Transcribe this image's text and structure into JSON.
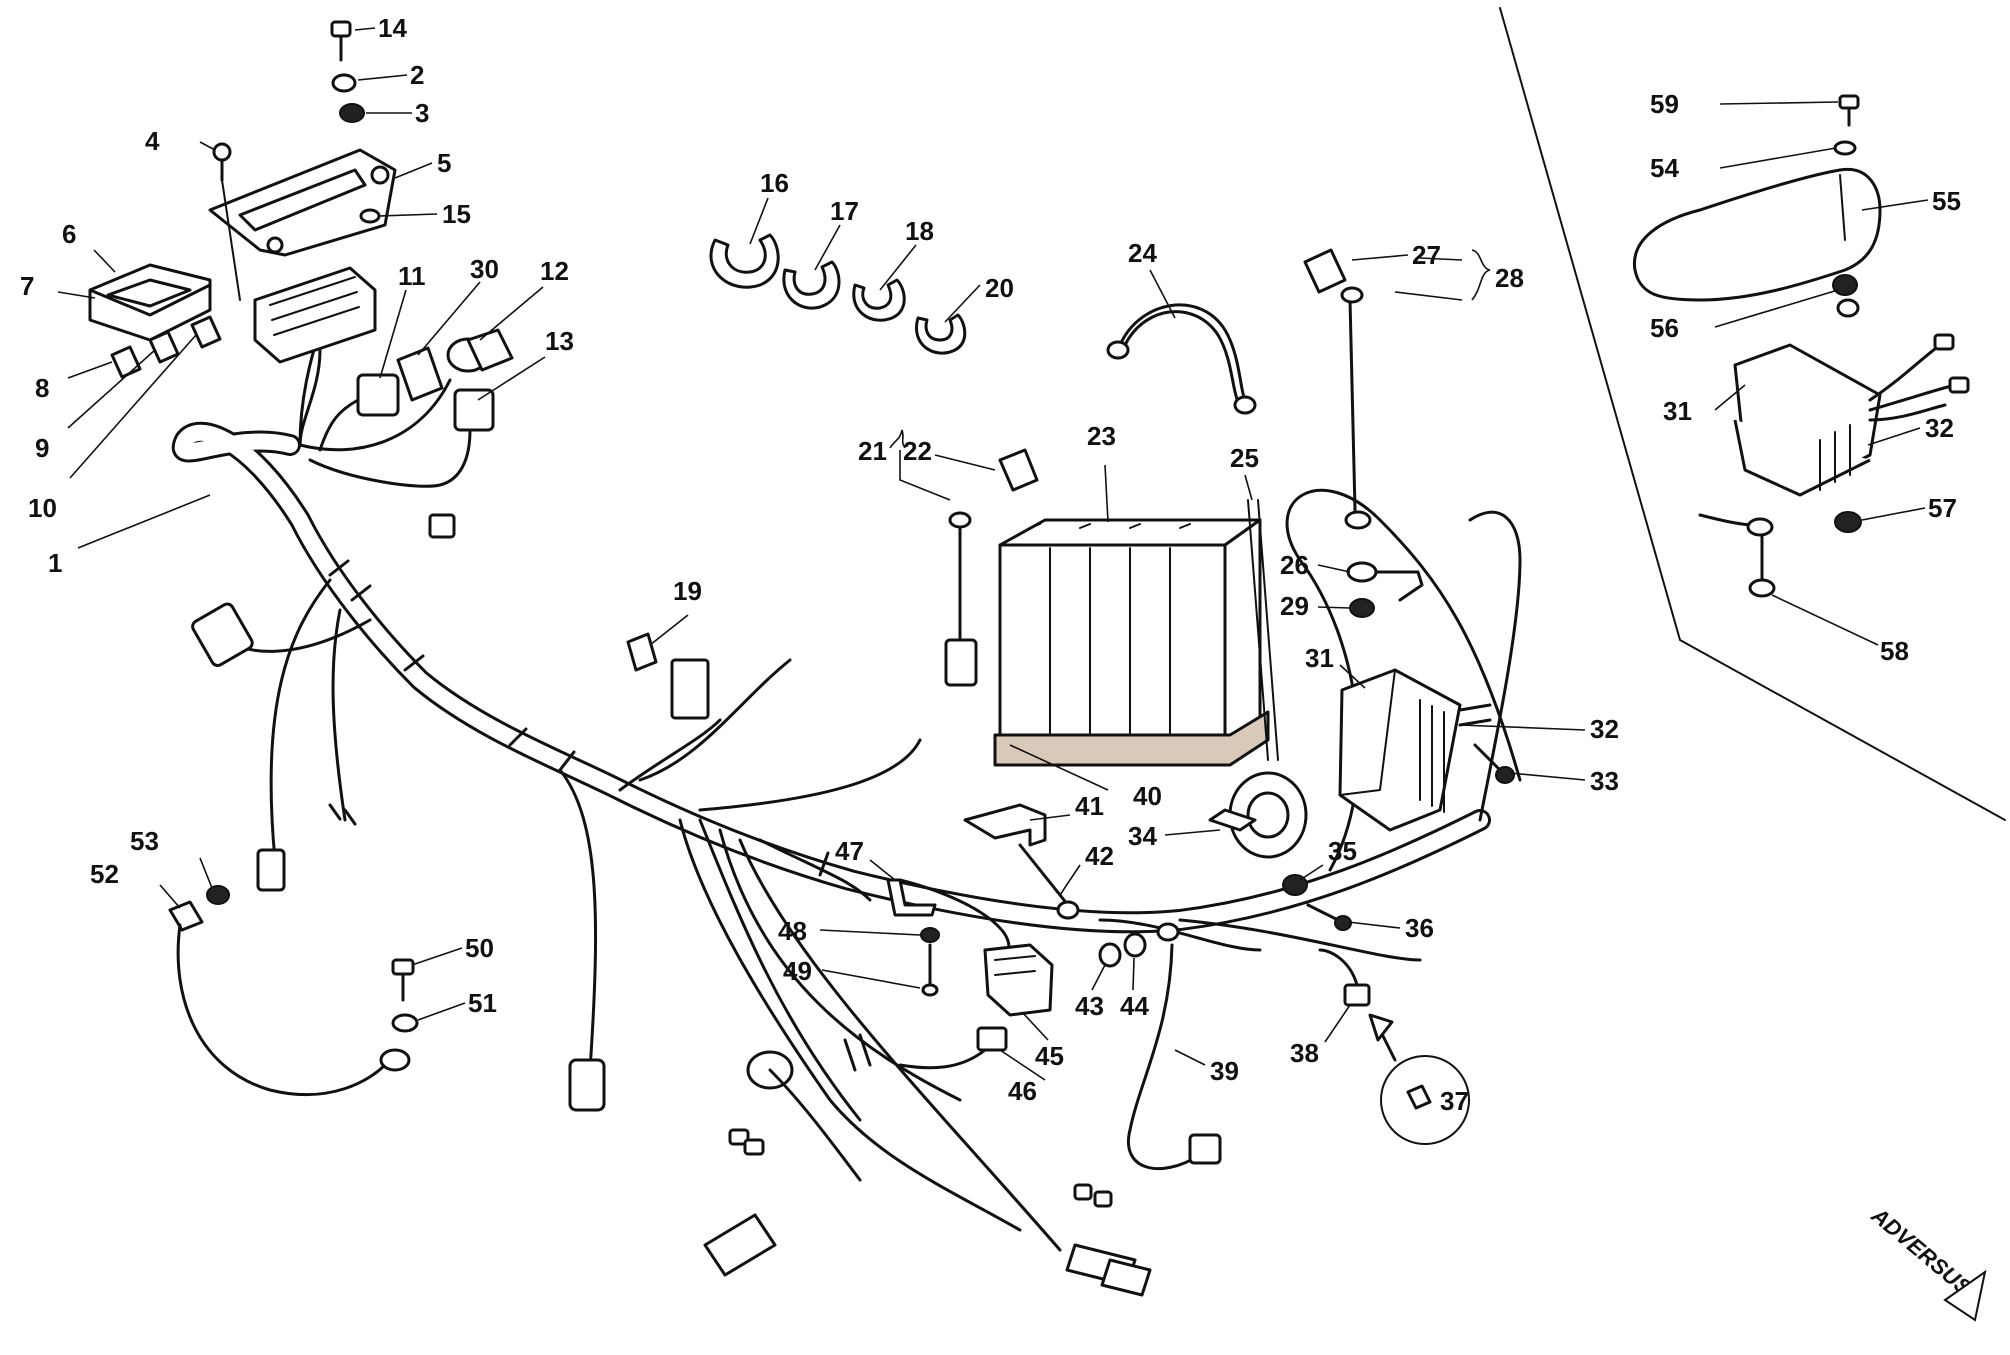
{
  "brand": "ADVERSUS",
  "callouts": [
    {
      "id": "c14",
      "text": "14"
    },
    {
      "id": "c2",
      "text": "2"
    },
    {
      "id": "c3",
      "text": "3"
    },
    {
      "id": "c4",
      "text": "4"
    },
    {
      "id": "c5",
      "text": "5"
    },
    {
      "id": "c15",
      "text": "15"
    },
    {
      "id": "c6",
      "text": "6"
    },
    {
      "id": "c7",
      "text": "7"
    },
    {
      "id": "c11",
      "text": "11"
    },
    {
      "id": "c30",
      "text": "30"
    },
    {
      "id": "c12",
      "text": "12"
    },
    {
      "id": "c13",
      "text": "13"
    },
    {
      "id": "c8",
      "text": "8"
    },
    {
      "id": "c9",
      "text": "9"
    },
    {
      "id": "c10",
      "text": "10"
    },
    {
      "id": "c1",
      "text": "1"
    },
    {
      "id": "c16",
      "text": "16"
    },
    {
      "id": "c17",
      "text": "17"
    },
    {
      "id": "c18",
      "text": "18"
    },
    {
      "id": "c20",
      "text": "20"
    },
    {
      "id": "c24",
      "text": "24"
    },
    {
      "id": "c27",
      "text": "27"
    },
    {
      "id": "c28",
      "text": "28"
    },
    {
      "id": "c21",
      "text": "21"
    },
    {
      "id": "c22",
      "text": "22"
    },
    {
      "id": "c23",
      "text": "23"
    },
    {
      "id": "c25",
      "text": "25"
    },
    {
      "id": "c26",
      "text": "26"
    },
    {
      "id": "c29",
      "text": "29"
    },
    {
      "id": "c19",
      "text": "19"
    },
    {
      "id": "c31a",
      "text": "31"
    },
    {
      "id": "c32a",
      "text": "32"
    },
    {
      "id": "c33",
      "text": "33"
    },
    {
      "id": "c40",
      "text": "40"
    },
    {
      "id": "c41",
      "text": "41"
    },
    {
      "id": "c34",
      "text": "34"
    },
    {
      "id": "c35",
      "text": "35"
    },
    {
      "id": "c42",
      "text": "42"
    },
    {
      "id": "c47",
      "text": "47"
    },
    {
      "id": "c36",
      "text": "36"
    },
    {
      "id": "c48",
      "text": "48"
    },
    {
      "id": "c49",
      "text": "49"
    },
    {
      "id": "c43",
      "text": "43"
    },
    {
      "id": "c44",
      "text": "44"
    },
    {
      "id": "c45",
      "text": "45"
    },
    {
      "id": "c39",
      "text": "39"
    },
    {
      "id": "c38",
      "text": "38"
    },
    {
      "id": "c37",
      "text": "37"
    },
    {
      "id": "c46",
      "text": "46"
    },
    {
      "id": "c53",
      "text": "53"
    },
    {
      "id": "c52",
      "text": "52"
    },
    {
      "id": "c50",
      "text": "50"
    },
    {
      "id": "c51",
      "text": "51"
    },
    {
      "id": "c59",
      "text": "59"
    },
    {
      "id": "c54",
      "text": "54"
    },
    {
      "id": "c55",
      "text": "55"
    },
    {
      "id": "c56",
      "text": "56"
    },
    {
      "id": "c31b",
      "text": "31"
    },
    {
      "id": "c32b",
      "text": "32"
    },
    {
      "id": "c57",
      "text": "57"
    },
    {
      "id": "c58",
      "text": "58"
    }
  ]
}
